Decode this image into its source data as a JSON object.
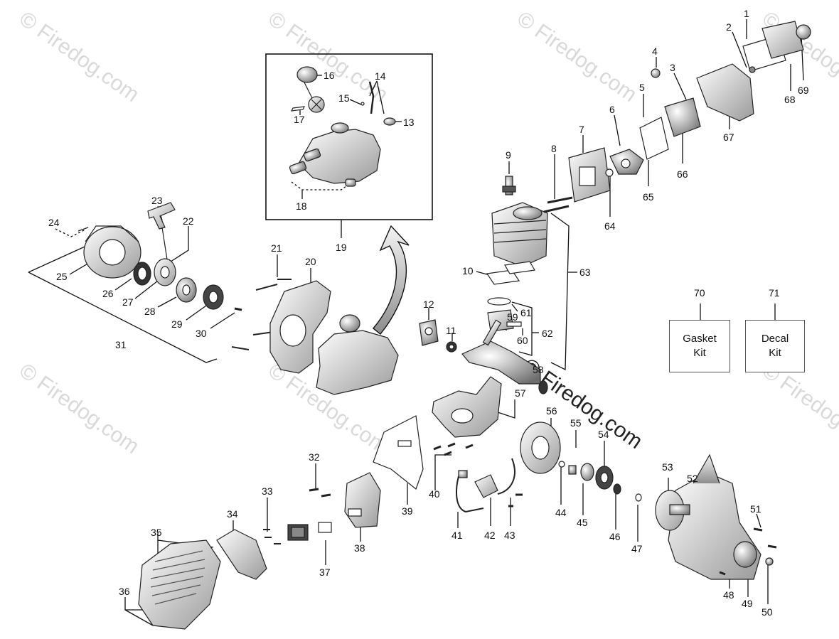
{
  "watermark": {
    "text": "© Firedog.com",
    "bold_text": "© Firedog.com"
  },
  "callouts": [
    "1",
    "2",
    "3",
    "4",
    "5",
    "6",
    "7",
    "8",
    "9",
    "10",
    "11",
    "12",
    "13",
    "14",
    "15",
    "16",
    "17",
    "18",
    "19",
    "20",
    "21",
    "22",
    "23",
    "24",
    "25",
    "26",
    "27",
    "28",
    "29",
    "30",
    "31",
    "32",
    "33",
    "34",
    "35",
    "36",
    "37",
    "38",
    "39",
    "40",
    "41",
    "42",
    "43",
    "44",
    "45",
    "46",
    "47",
    "48",
    "49",
    "50",
    "51",
    "52",
    "53",
    "54",
    "55",
    "56",
    "57",
    "58",
    "59",
    "60",
    "61",
    "62",
    "63",
    "64",
    "65",
    "66",
    "67",
    "68",
    "69",
    "70",
    "71"
  ],
  "kits": {
    "gasket": {
      "line1": "Gasket",
      "line2": "Kit"
    },
    "decal": {
      "line1": "Decal",
      "line2": "Kit"
    }
  }
}
